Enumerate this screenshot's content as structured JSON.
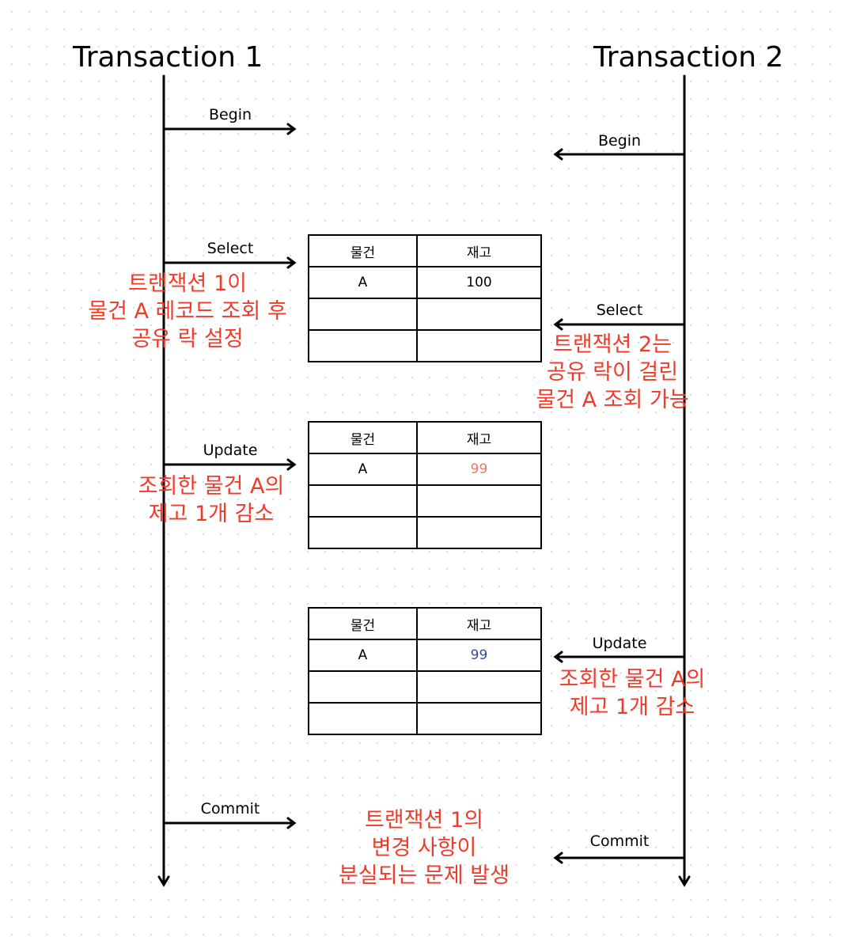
{
  "titles": {
    "t1": "Transaction 1",
    "t2": "Transaction 2"
  },
  "arrows": {
    "t1_begin": "Begin",
    "t2_begin": "Begin",
    "t1_select": "Select",
    "t2_select": "Select",
    "t1_update": "Update",
    "t2_update": "Update",
    "t1_commit": "Commit",
    "t2_commit": "Commit"
  },
  "notes": {
    "t1_select": [
      "트랜잭션 1이",
      "물건 A 레코드 조회 후",
      "공유 락 설정"
    ],
    "t2_select": [
      "트랜잭션 2는",
      "공유 락이 걸린",
      "물건 A 조회 가능"
    ],
    "t1_update": [
      "조회한 물건 A의",
      "제고 1개 감소"
    ],
    "t2_update": [
      "조회한 물건 A의",
      "제고 1개 감소"
    ],
    "commit": [
      "트랜잭션 1의",
      "변경 사항이",
      "분실되는 문제 발생"
    ]
  },
  "tables": [
    {
      "headers": [
        "물건",
        "재고"
      ],
      "rows": [
        [
          "A",
          "100"
        ],
        [
          "",
          ""
        ],
        [
          "",
          ""
        ]
      ],
      "value_color": "#000000"
    },
    {
      "headers": [
        "물건",
        "재고"
      ],
      "rows": [
        [
          "A",
          "99"
        ],
        [
          "",
          ""
        ],
        [
          "",
          ""
        ]
      ],
      "value_color": "#e87a6a"
    },
    {
      "headers": [
        "물건",
        "재고"
      ],
      "rows": [
        [
          "A",
          "99"
        ],
        [
          "",
          ""
        ],
        [
          "",
          ""
        ]
      ],
      "value_color": "#2b4ea8"
    }
  ],
  "colors": {
    "note": "#ee3b2a",
    "line": "#000000"
  }
}
